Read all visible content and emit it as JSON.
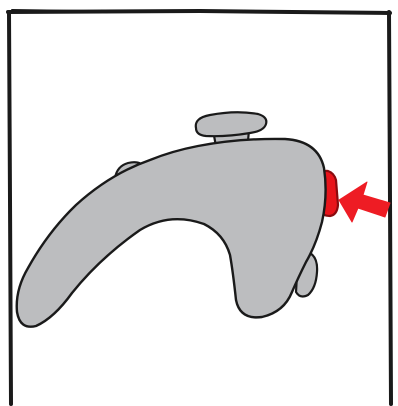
{
  "illustration": {
    "subject": "game-controller-side-view",
    "highlighted_part": "shoulder-trigger-button",
    "pointer": "arrow-pointing-left",
    "colors": {
      "background": "#ffffff",
      "frame": "#1a1a1a",
      "controller_body": "#bcbdbf",
      "outline": "#1a1a1a",
      "highlight": "#e8141b",
      "highlight_edge": "#8a0b0f",
      "arrow": "#ee1c24"
    }
  }
}
